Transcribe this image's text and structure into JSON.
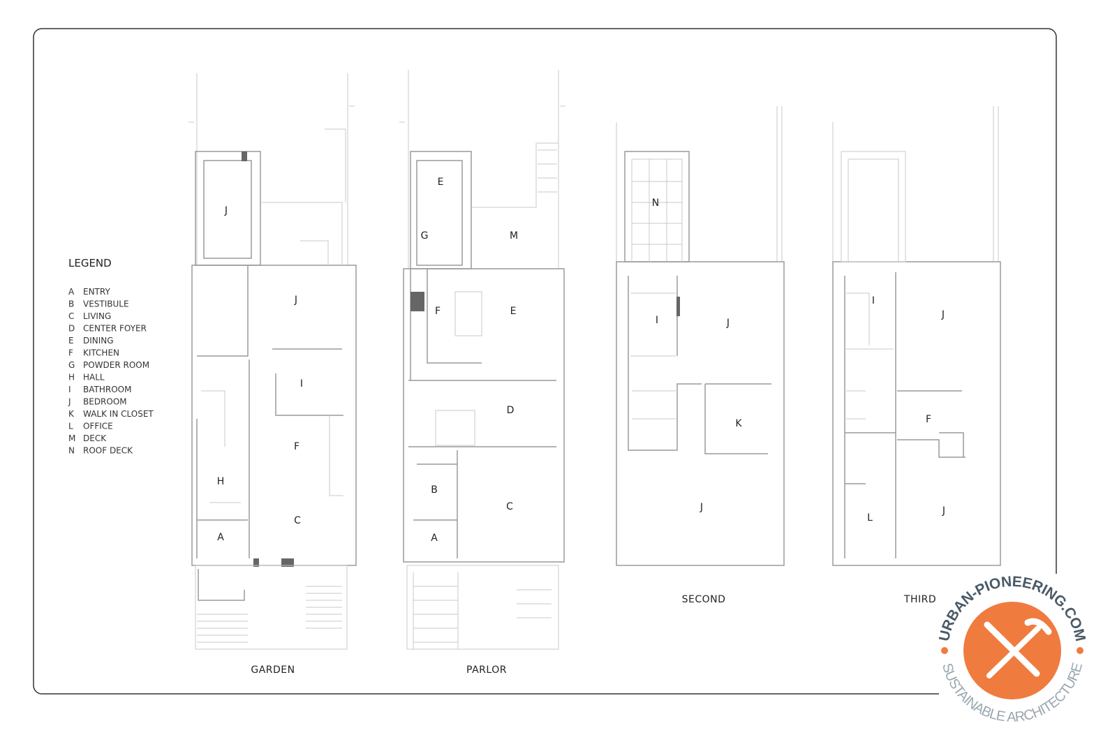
{
  "legend": {
    "title": "LEGEND",
    "items": [
      {
        "key": "A",
        "label": "ENTRY"
      },
      {
        "key": "B",
        "label": "VESTIBULE"
      },
      {
        "key": "C",
        "label": "LIVING"
      },
      {
        "key": "D",
        "label": "CENTER FOYER"
      },
      {
        "key": "E",
        "label": "DINING"
      },
      {
        "key": "F",
        "label": "KITCHEN"
      },
      {
        "key": "G",
        "label": "POWDER ROOM"
      },
      {
        "key": "H",
        "label": "HALL"
      },
      {
        "key": "I",
        "label": "BATHROOM"
      },
      {
        "key": "J",
        "label": "BEDROOM"
      },
      {
        "key": "K",
        "label": "WALK IN CLOSET"
      },
      {
        "key": "L",
        "label": "OFFICE"
      },
      {
        "key": "M",
        "label": "DECK"
      },
      {
        "key": "N",
        "label": "ROOF DECK"
      }
    ]
  },
  "floors": [
    {
      "name": "GARDEN",
      "rooms": [
        "J",
        "J",
        "I",
        "F",
        "H",
        "C",
        "A"
      ]
    },
    {
      "name": "PARLOR",
      "rooms": [
        "E",
        "G",
        "M",
        "F",
        "E",
        "D",
        "B",
        "C",
        "A"
      ]
    },
    {
      "name": "SECOND",
      "rooms": [
        "N",
        "I",
        "J",
        "K",
        "J"
      ]
    },
    {
      "name": "THIRD",
      "rooms": [
        "I",
        "J",
        "F",
        "L",
        "J"
      ]
    }
  ],
  "logo": {
    "top_text": "URBAN-PIONEERING.COM",
    "bottom_text": "SUSTAINABLE ARCHITECTURE",
    "icon": "crossed-pencil-hammer-icon",
    "colors": {
      "accent": "#F07B3F",
      "text_dark": "#4A5A66",
      "text_light": "#9AA7B0"
    }
  }
}
